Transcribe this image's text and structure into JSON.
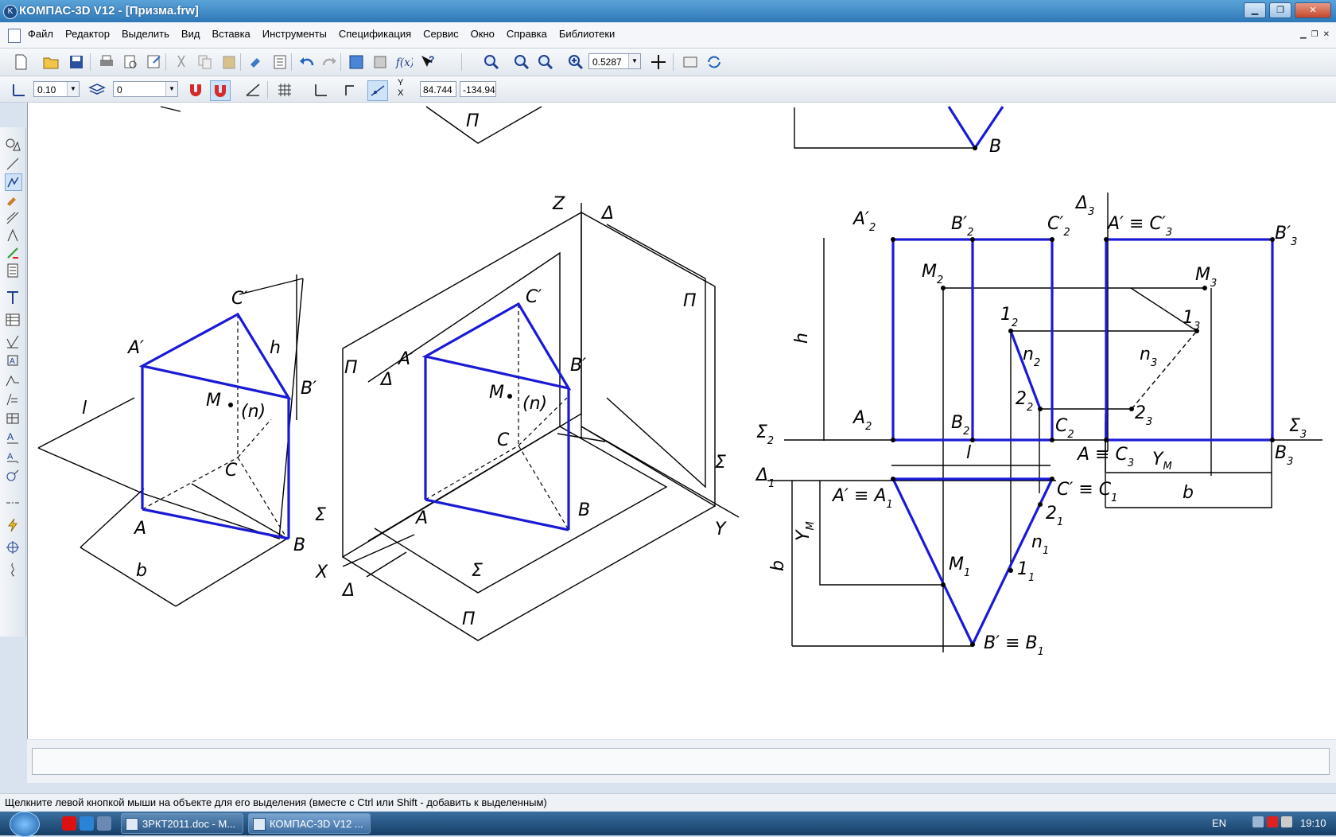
{
  "window": {
    "title": "КОМПАС-3D V12 - [Призма.frw]",
    "minimize": "▁",
    "restore": "❐",
    "close": "✕"
  },
  "menu": {
    "items": [
      "Файл",
      "Редактор",
      "Выделить",
      "Вид",
      "Вставка",
      "Инструменты",
      "Спецификация",
      "Сервис",
      "Окно",
      "Справка",
      "Библиотеки"
    ]
  },
  "toolbar": {
    "zoom_value": "0.5287",
    "step_value": "0.10",
    "layer_value": "0",
    "coord_x": "84.744",
    "coord_y": "-134.94",
    "coord_label_y": "Y",
    "coord_label_x": "X"
  },
  "drawing": {
    "labels": {
      "pi1_top": "Π",
      "b1_top": "B",
      "Z": "Z",
      "X": "X",
      "Y": "Y",
      "delta3_iso": "Δ",
      "pi3_iso": "Π",
      "pi2_iso": "Π",
      "delta_iso": "Δ",
      "sigma3_iso": "Σ",
      "sigma2_iso": "Σ",
      "sigma_iso": "Σ",
      "delta1_iso": "Δ",
      "pi1_iso": "Π",
      "A_left": "A",
      "B_left": "B",
      "C_left": "C",
      "A_p_left": "A′",
      "B_p_left": "B′",
      "C_p_left": "C′",
      "M_left": "M",
      "n_left": "(n)",
      "h_left": "h",
      "l_left": "l",
      "b_left": "b",
      "A_mid": "A",
      "B_mid": "B",
      "C_mid": "C",
      "A_p_mid": "A′",
      "B_p_mid": "B′",
      "C_p_mid": "C′",
      "M_mid": "M",
      "n_mid": "(n)",
      "A2p": "A′",
      "B2p": "B′",
      "C2p": "C′",
      "M2": "M",
      "one2": "1",
      "n2": "n",
      "two2": "2",
      "A2": "A",
      "B2": "B",
      "C2": "C",
      "sigma2": "Σ",
      "delta1": "Δ",
      "h_front": "h",
      "l_front": "l",
      "A1": "A′ ≡ A",
      "C1": "C′ ≡ C",
      "two1": "2",
      "n1": "n",
      "one1": "1",
      "M1": "M",
      "B1": "B′ ≡ B",
      "YM_top": "Y",
      "b_top": "b",
      "delta3": "Δ",
      "A3C3p": "A′ ≡ C′",
      "B3p": "B′",
      "M3": "M",
      "one3": "1",
      "n3": "n",
      "two3": "2",
      "A3C3": "A ≡ C",
      "YM_side": "Y",
      "B3": "B",
      "sigma3": "Σ",
      "b_side": "b",
      "sub1": "1",
      "sub2": "2",
      "sub3": "3",
      "subM": "M"
    }
  },
  "status": {
    "message": "Щелкните левой кнопкой мыши на объекте для его выделения (вместе с Ctrl или Shift - добавить к выделенным)"
  },
  "taskbar": {
    "tasks": [
      "3РКТ2011.doc - M...",
      "КОМПАС-3D V12 ..."
    ],
    "lang": "EN",
    "time": "19:10"
  }
}
